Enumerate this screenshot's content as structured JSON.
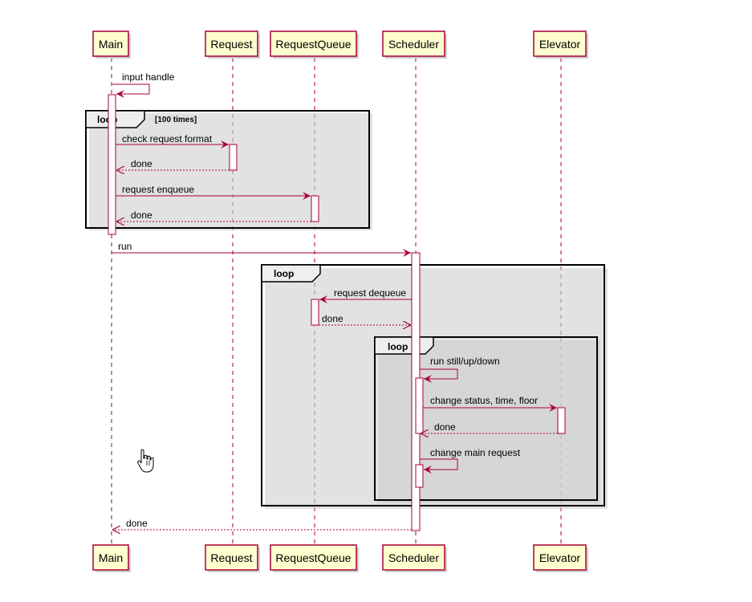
{
  "participants": [
    {
      "id": "main",
      "label": "Main"
    },
    {
      "id": "request",
      "label": "Request"
    },
    {
      "id": "requestqueue",
      "label": "RequestQueue"
    },
    {
      "id": "scheduler",
      "label": "Scheduler"
    },
    {
      "id": "elevator",
      "label": "Elevator"
    }
  ],
  "loops": [
    {
      "keyword": "loop",
      "guard": "[100 times]"
    },
    {
      "keyword": "loop",
      "guard": ""
    },
    {
      "keyword": "loop",
      "guard": ""
    }
  ],
  "messages": [
    {
      "label": "input handle"
    },
    {
      "label": "check request format"
    },
    {
      "label": "done"
    },
    {
      "label": "request enqueue"
    },
    {
      "label": "done"
    },
    {
      "label": "run"
    },
    {
      "label": "request dequeue"
    },
    {
      "label": "done"
    },
    {
      "label": "run still/up/down"
    },
    {
      "label": "change status, time, floor"
    },
    {
      "label": "done"
    },
    {
      "label": "change main request"
    },
    {
      "label": "done"
    }
  ],
  "colors": {
    "participant_fill": "#FEFECE",
    "line": "#A80036",
    "frame_tab": "#EEEEEE"
  },
  "cursor_icon": "hand-pointer-icon"
}
